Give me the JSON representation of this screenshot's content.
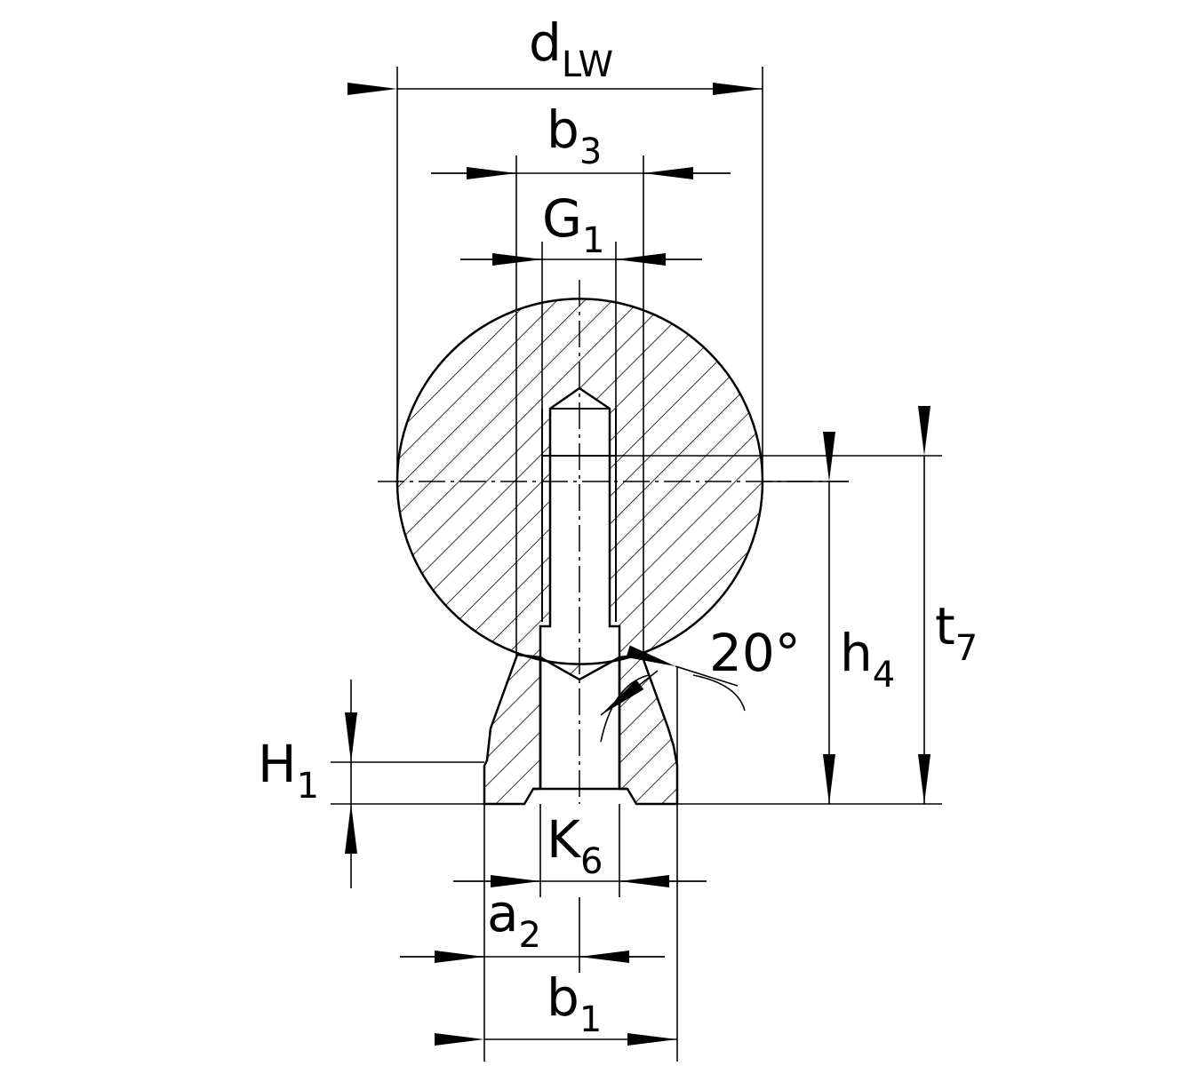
{
  "drawing": {
    "labels": {
      "dLW": {
        "main": "d",
        "sub": "LW"
      },
      "b3": {
        "main": "b",
        "sub": "3"
      },
      "G1": {
        "main": "G",
        "sub": "1"
      },
      "angle": "20°",
      "h4": {
        "main": "h",
        "sub": "4"
      },
      "t7": {
        "main": "t",
        "sub": "7"
      },
      "H1": {
        "main": "H",
        "sub": "1"
      },
      "K6": {
        "main": "K",
        "sub": "6"
      },
      "a2": {
        "main": "a",
        "sub": "2"
      },
      "b1": {
        "main": "b",
        "sub": "1"
      }
    },
    "colors": {
      "line": "#000000",
      "background": "#ffffff"
    }
  }
}
